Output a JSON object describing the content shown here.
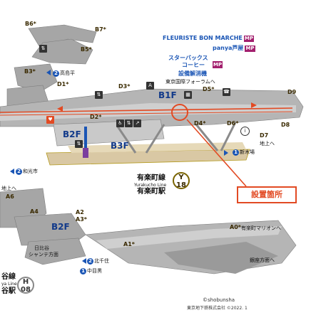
{
  "colors": {
    "accent_red": "#e24a23",
    "line_blue": "#1a55b5",
    "concourse_gray": "#9a9a9a",
    "platform_tan": "#d9c8a4",
    "marker_purple": "#a3206e",
    "yurakucho_gold": "#b49a1f"
  },
  "shops": {
    "fleuriste": "FLEURISTE BON MARCHE",
    "panya": "panya芦屋",
    "starbucks_line1": "スターバックス",
    "starbucks_line2": "コーヒー",
    "ticket_office": "設備解消機",
    "tokyo_forum": "東京国際フォーラムへ",
    "mp": "MP"
  },
  "exits": {
    "b6": "B6*",
    "b7": "B7*",
    "b5": "B5*",
    "b3": "B3*",
    "d1": "D1*",
    "d3": "D3*",
    "d2": "D2*",
    "d5": "D5*",
    "d9": "D9",
    "d4": "D4*",
    "d6": "D6*",
    "d7": "D7",
    "d8": "D8",
    "a6": "A6",
    "a4": "A4",
    "a2": "A2",
    "a3": "A3*",
    "a1": "A1*",
    "a0": "A0*"
  },
  "floors": {
    "b1f": "B1F",
    "b2f_top": "B2F",
    "b3f": "B3F",
    "b2f_bottom": "B2F"
  },
  "directions": {
    "takashimadaira_num": "2",
    "takashimadaira": "高島平",
    "shinkiba_num": "1",
    "shinkiba": "新木場",
    "wakoshi_num": "2",
    "wakoshi": "和光市",
    "kitasenju_num": "2",
    "kitasenju": "北千住",
    "nakameguro_num": "1",
    "nakameguro": "中目黒",
    "chijoue_top": "地上へ",
    "chijoue_left": "地上へ",
    "mullion": "有楽町マリオンへ",
    "ginza": "銀座方面へ",
    "sanyo_1": "日比谷",
    "sanyo_2": "シャンテ方面"
  },
  "station": {
    "line_jp": "有楽町線",
    "line_en": "Yurakucho Line",
    "name_jp": "有楽町駅",
    "badge_letter": "Y",
    "badge_number": "18"
  },
  "hibiya": {
    "line_jp": "谷線",
    "line_en": "ya Line",
    "name_jp": "谷駅",
    "badge_letter": "H",
    "badge_number": "08"
  },
  "callout_label": "設置箇所",
  "credit": "©shobunsha",
  "copyright": "東京地下鉄株式会社 ©2022. 1"
}
